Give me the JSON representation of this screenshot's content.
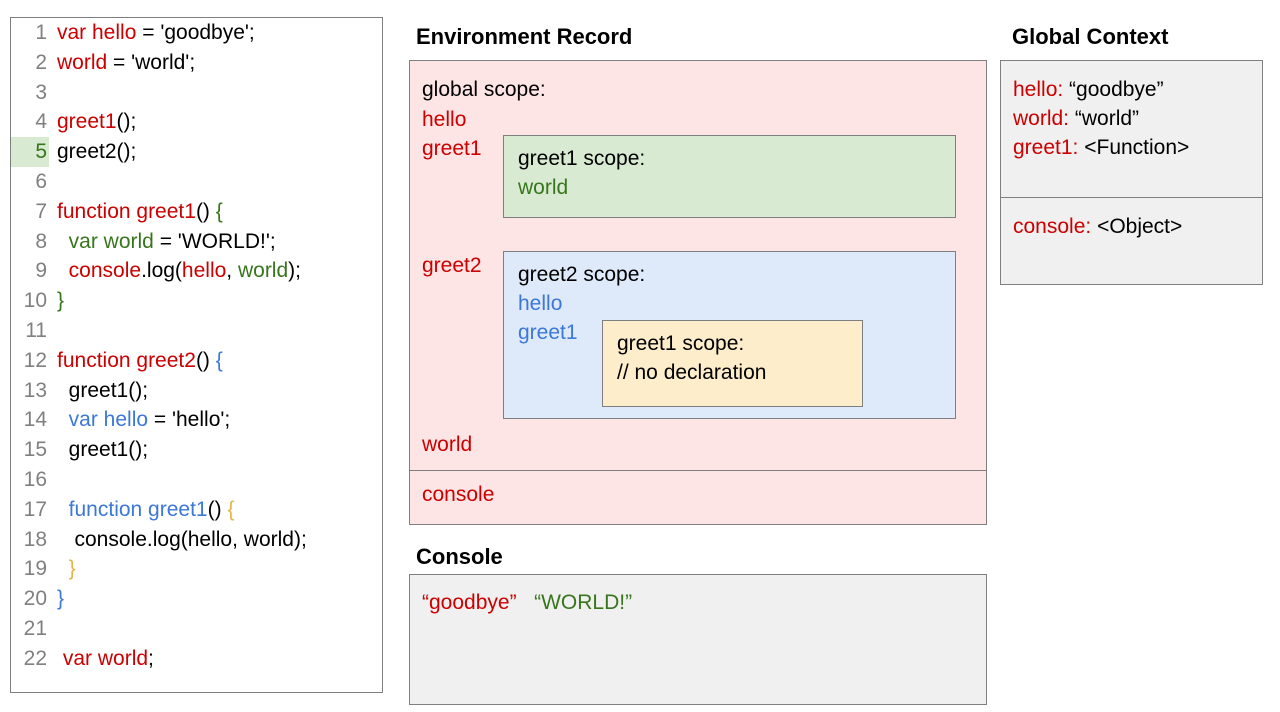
{
  "code_editor": {
    "lines": [
      {
        "num": "1",
        "highlight": false,
        "tokens": [
          {
            "t": "var hello",
            "c": "red"
          },
          {
            "t": " = 'goodbye';",
            "c": "black"
          }
        ]
      },
      {
        "num": "2",
        "highlight": false,
        "tokens": [
          {
            "t": "world",
            "c": "red"
          },
          {
            "t": " = 'world';",
            "c": "black"
          }
        ]
      },
      {
        "num": "3",
        "highlight": false,
        "tokens": []
      },
      {
        "num": "4",
        "highlight": false,
        "tokens": [
          {
            "t": "greet1",
            "c": "red"
          },
          {
            "t": "();",
            "c": "black"
          }
        ]
      },
      {
        "num": "5",
        "highlight": true,
        "tokens": [
          {
            "t": "greet2();",
            "c": "black"
          }
        ]
      },
      {
        "num": "6",
        "highlight": false,
        "tokens": []
      },
      {
        "num": "7",
        "highlight": false,
        "tokens": [
          {
            "t": "function greet1",
            "c": "red"
          },
          {
            "t": "() ",
            "c": "black"
          },
          {
            "t": "{",
            "c": "green"
          }
        ]
      },
      {
        "num": "8",
        "highlight": false,
        "tokens": [
          {
            "t": "  ",
            "c": "black"
          },
          {
            "t": "var world",
            "c": "green"
          },
          {
            "t": " = 'WORLD!';",
            "c": "black"
          }
        ]
      },
      {
        "num": "9",
        "highlight": false,
        "tokens": [
          {
            "t": "  ",
            "c": "black"
          },
          {
            "t": "console",
            "c": "red"
          },
          {
            "t": ".log(",
            "c": "black"
          },
          {
            "t": "hello",
            "c": "red"
          },
          {
            "t": ", ",
            "c": "black"
          },
          {
            "t": "world",
            "c": "green"
          },
          {
            "t": ");",
            "c": "black"
          }
        ]
      },
      {
        "num": "10",
        "highlight": false,
        "tokens": [
          {
            "t": "}",
            "c": "green"
          }
        ]
      },
      {
        "num": "11",
        "highlight": false,
        "tokens": []
      },
      {
        "num": "12",
        "highlight": false,
        "tokens": [
          {
            "t": "function greet2",
            "c": "red"
          },
          {
            "t": "() ",
            "c": "black"
          },
          {
            "t": "{",
            "c": "blue"
          }
        ]
      },
      {
        "num": "13",
        "highlight": false,
        "tokens": [
          {
            "t": "  greet1();",
            "c": "black"
          }
        ]
      },
      {
        "num": "14",
        "highlight": false,
        "tokens": [
          {
            "t": "  ",
            "c": "black"
          },
          {
            "t": "var hello",
            "c": "blue"
          },
          {
            "t": " = 'hello';",
            "c": "black"
          }
        ]
      },
      {
        "num": "15",
        "highlight": false,
        "tokens": [
          {
            "t": "  greet1();",
            "c": "black"
          }
        ]
      },
      {
        "num": "16",
        "highlight": false,
        "tokens": []
      },
      {
        "num": "17",
        "highlight": false,
        "tokens": [
          {
            "t": "  ",
            "c": "black"
          },
          {
            "t": "function greet1",
            "c": "blue"
          },
          {
            "t": "() ",
            "c": "black"
          },
          {
            "t": "{",
            "c": "yellow"
          }
        ]
      },
      {
        "num": "18",
        "highlight": false,
        "tokens": [
          {
            "t": "   console.log(hello, world);",
            "c": "black"
          }
        ]
      },
      {
        "num": "19",
        "highlight": false,
        "tokens": [
          {
            "t": "  ",
            "c": "black"
          },
          {
            "t": "}",
            "c": "yellow"
          }
        ]
      },
      {
        "num": "20",
        "highlight": false,
        "tokens": [
          {
            "t": "}",
            "c": "blue"
          }
        ]
      },
      {
        "num": "21",
        "highlight": false,
        "tokens": []
      },
      {
        "num": "22",
        "highlight": false,
        "tokens": [
          {
            "t": " ",
            "c": "black"
          },
          {
            "t": "var world",
            "c": "red"
          },
          {
            "t": ";",
            "c": "black"
          }
        ]
      }
    ]
  },
  "environment_record": {
    "title": "Environment Record",
    "global_scope_label": "global scope:",
    "global_bindings": [
      "hello",
      "greet1",
      "greet2",
      "world"
    ],
    "console_binding": "console",
    "greet1_scope": {
      "title": "greet1 scope:",
      "bindings": [
        "world"
      ]
    },
    "greet2_scope": {
      "title": "greet2 scope:",
      "bindings": [
        "hello",
        "greet1"
      ]
    },
    "greet1_inner_scope": {
      "title": "greet1 scope:",
      "comment": "// no declaration"
    }
  },
  "global_context": {
    "title": "Global Context",
    "variables": [
      {
        "key": "hello:",
        "value": "“goodbye”"
      },
      {
        "key": "world:",
        "value": "“world”"
      },
      {
        "key": "greet1:",
        "value": "<Function>"
      }
    ],
    "objects": [
      {
        "key": "console:",
        "value": "<Object>"
      }
    ]
  },
  "console": {
    "title": "Console",
    "output": [
      {
        "text": "“goodbye”",
        "color": "red"
      },
      {
        "text": "“WORLD!”",
        "color": "green"
      }
    ]
  },
  "colors": {
    "red": "#cc0000",
    "green": "#38761d",
    "blue": "#3c78d8",
    "yellow": "#e8b44a",
    "pink_panel": "#fce5e4",
    "green_box": "#d9ead3",
    "blue_box": "#dee9f9",
    "yellow_box": "#fdedcb",
    "gray_panel": "#f0f0f0",
    "border": "#7f7f7f",
    "line_number": "#808080"
  }
}
